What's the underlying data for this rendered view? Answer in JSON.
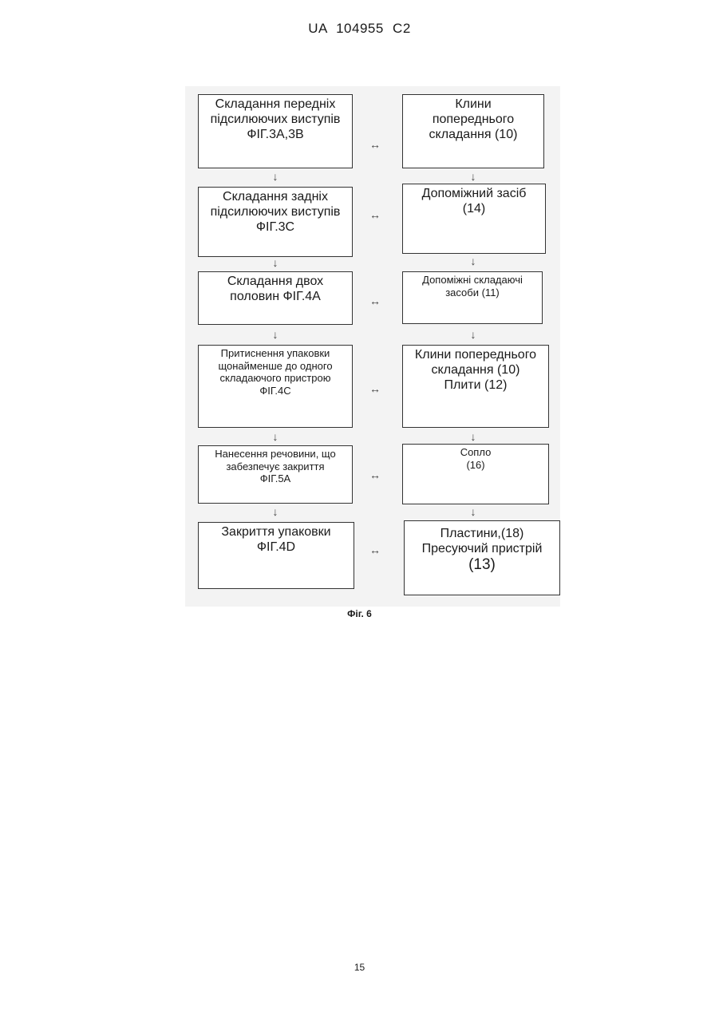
{
  "header": {
    "text": "UA   104955   C2"
  },
  "figure": {
    "caption": "Фіг. 6",
    "steps": [
      {
        "left": [
          "Складання передніх",
          "підсилюючих виступів",
          "ФІГ.3А,3В"
        ],
        "right": [
          "Клини",
          "попереднього",
          "складання (10)"
        ]
      },
      {
        "left": [
          "Складання задніх",
          "підсилюючих виступів",
          "ФІГ.3С"
        ],
        "right": [
          "Допоміжний засіб",
          "(14)"
        ]
      },
      {
        "left": [
          "Складання двох",
          "половин ФІГ.4А"
        ],
        "right": [
          "Допоміжні складаючі",
          "засоби (11)"
        ]
      },
      {
        "left": [
          "Притиснення упаковки",
          "щонайменше до одного",
          "складаючого пристрою",
          "ФІГ.4С"
        ],
        "right": [
          "Клини попереднього",
          "складання (10)",
          "Плити (12)"
        ]
      },
      {
        "left": [
          "Нанесення речовини, що",
          "забезпечує закриття",
          "ФІГ.5А"
        ],
        "right": [
          "Сопло",
          "(16)"
        ]
      },
      {
        "left": [
          "Закриття упаковки",
          "ФІГ.4D"
        ],
        "right": [
          "Пластини,(18)",
          "Пресуючий пристрій",
          "(13)"
        ]
      }
    ],
    "symbols": {
      "down": "↓",
      "both": "↔"
    }
  },
  "page_number": "15"
}
